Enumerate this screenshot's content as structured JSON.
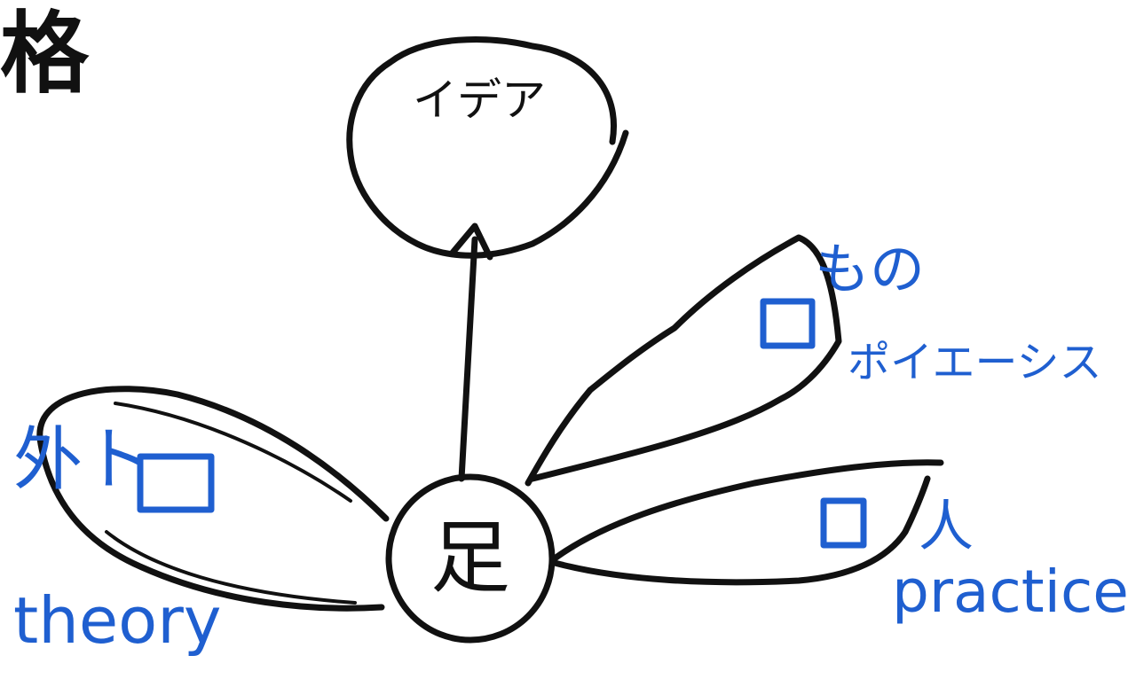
{
  "corner_text": "格",
  "top_bubble": {
    "label": "イデア"
  },
  "center_node": {
    "label": "足"
  },
  "left_petal": {
    "label": "外ト",
    "second_label": "theory"
  },
  "upper_right_petal": {
    "top_label": "もの",
    "bottom_label": "ポイエーシス"
  },
  "lower_right_petal": {
    "label": "人",
    "second_label": "practice"
  },
  "colors": {
    "ink": "#111111",
    "accent": "#1f5fd0",
    "background": "#ffffff"
  }
}
